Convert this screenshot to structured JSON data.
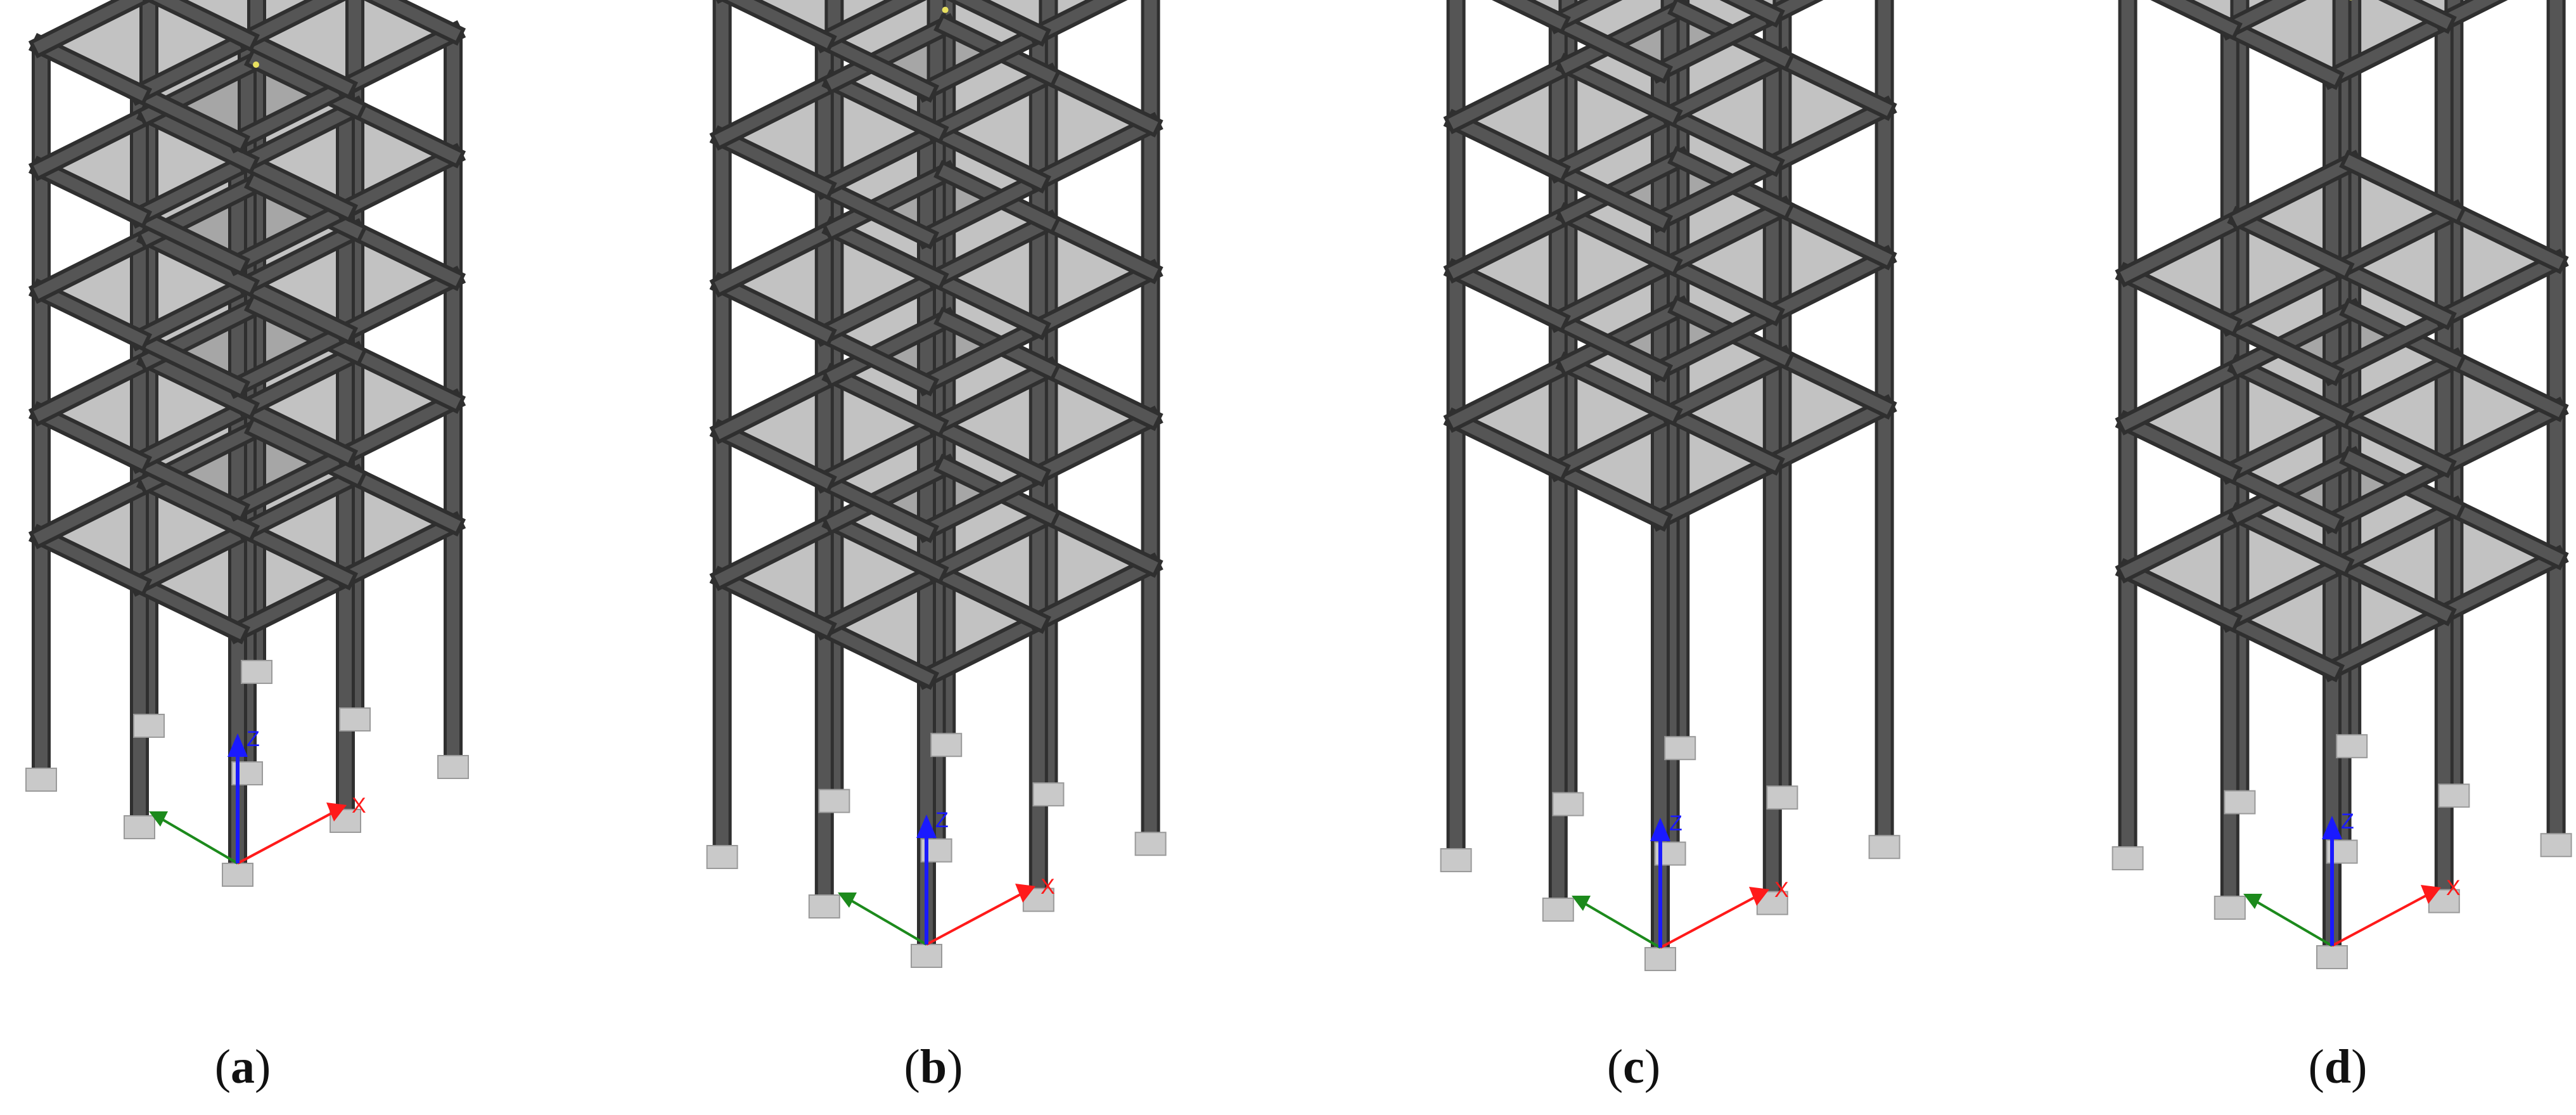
{
  "figure": {
    "panels": [
      {
        "label": "a",
        "stories": [
          0,
          1,
          2,
          3,
          4,
          5
        ]
      },
      {
        "label": "b",
        "stories": [
          0,
          1,
          2,
          3,
          4,
          5
        ]
      },
      {
        "label": "c",
        "stories": [
          0,
          2,
          3,
          4,
          5
        ]
      },
      {
        "label": "d",
        "stories": [
          0,
          1,
          2,
          3,
          5
        ]
      }
    ],
    "axis_labels": {
      "x": "X",
      "z": "Z"
    },
    "colors": {
      "frame_member": "#555555",
      "frame_edge": "#2f2f2f",
      "slab_fill": "#8f8f8f",
      "support_fill": "#c9c9c9",
      "axis_x": "#ff1a1a",
      "axis_y": "#1c8a1c",
      "axis_z": "#1a1aff",
      "node_marker": "#e8e060",
      "caption_text": "#111111"
    }
  }
}
